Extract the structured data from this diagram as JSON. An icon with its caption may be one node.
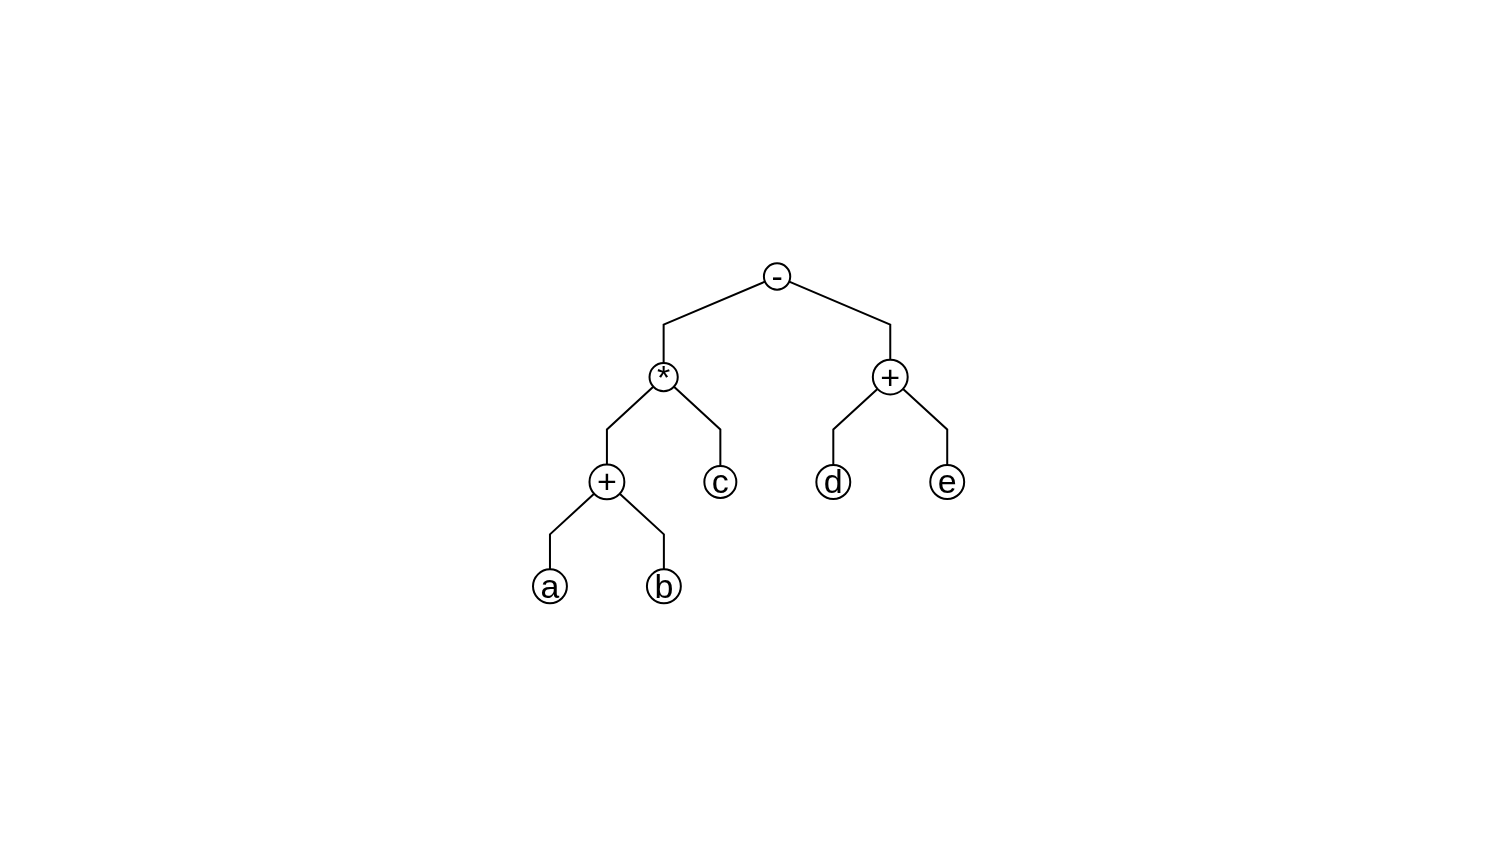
{
  "diagram": {
    "nodes": [
      {
        "text": [
          "-"
        ]
      },
      {
        "text": [
          "*"
        ]
      },
      {
        "text": [
          "+"
        ]
      },
      {
        "text": [
          "+"
        ]
      },
      {
        "text": [
          "c"
        ]
      },
      {
        "text": [
          "d"
        ]
      },
      {
        "text": [
          "e"
        ]
      },
      {
        "text": [
          "a"
        ]
      },
      {
        "text": [
          "b"
        ]
      }
    ],
    "edges": [
      {
        "from": 0,
        "to": 1,
        "arrow": "none"
      },
      {
        "from": 0,
        "to": 2,
        "arrow": "none"
      },
      {
        "from": 1,
        "to": 3,
        "arrow": "none"
      },
      {
        "from": 1,
        "to": 4,
        "arrow": "none"
      },
      {
        "from": 2,
        "to": 5,
        "arrow": "none"
      },
      {
        "from": 2,
        "to": 6,
        "arrow": "none"
      },
      {
        "from": 3,
        "to": 7,
        "arrow": "none"
      },
      {
        "from": 3,
        "to": 8,
        "arrow": "none"
      }
    ]
  }
}
